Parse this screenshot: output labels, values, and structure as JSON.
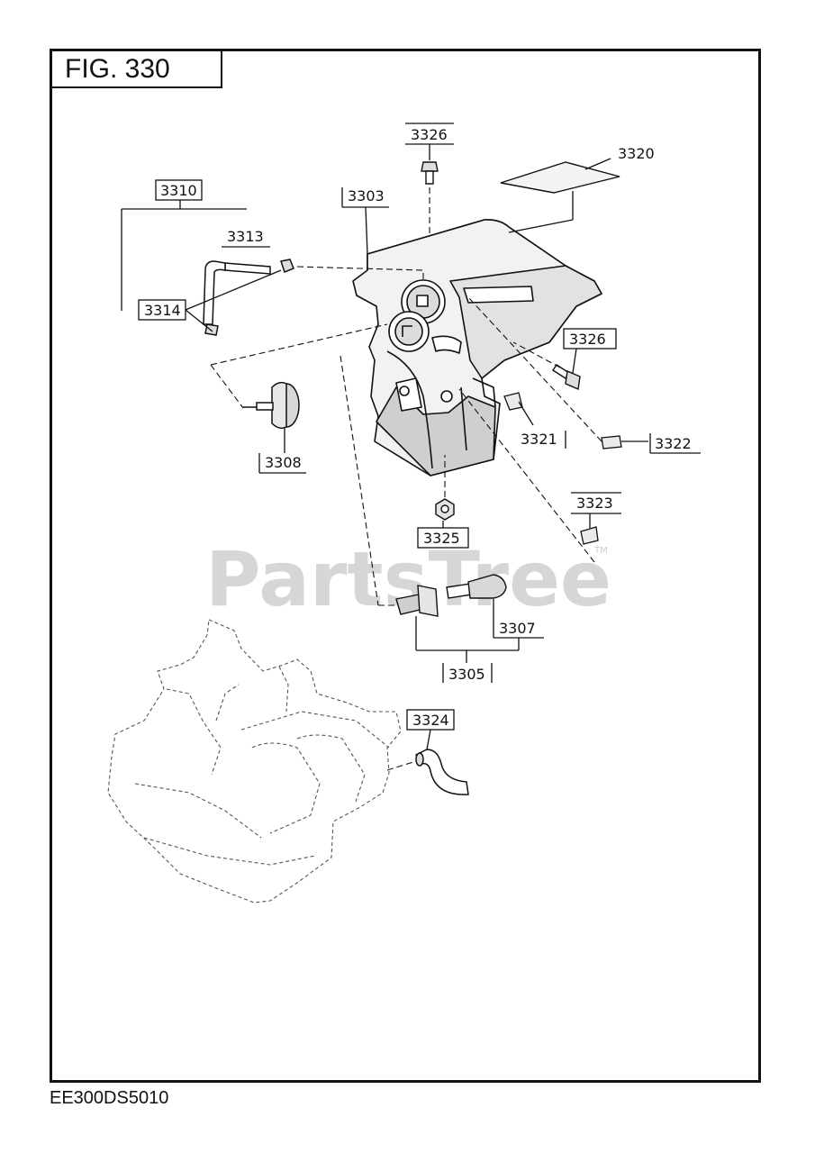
{
  "figure": {
    "title": "FIG. 330"
  },
  "document_code": "EE300DS5010",
  "watermark": {
    "text": "PartsTree",
    "tm": "TM"
  },
  "callouts": {
    "p3326_top": "3326",
    "p3320": "3320",
    "p3310": "3310",
    "p3303": "3303",
    "p3313": "3313",
    "p3314": "3314",
    "p3326_right": "3326",
    "p3321": "3321",
    "p3322": "3322",
    "p3308": "3308",
    "p3323": "3323",
    "p3325": "3325",
    "p3307": "3307",
    "p3305": "3305",
    "p3324": "3324"
  }
}
